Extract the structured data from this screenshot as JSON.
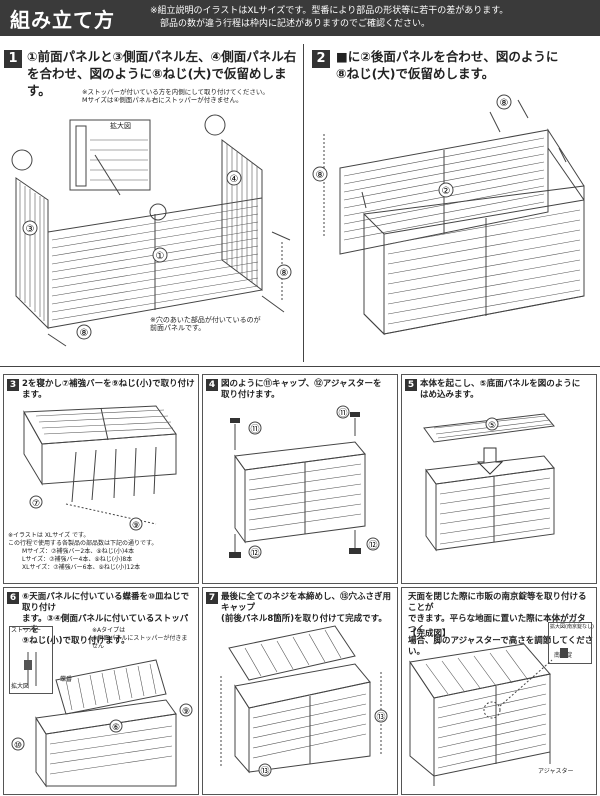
{
  "header": {
    "title": "組み立て方",
    "note_line1": "※組立説明のイラストはXLサイズです。型番により部品の形状等に若干の差があります。",
    "note_line2": "部品の数が違う行程は枠内に記述がありますのでご確認ください。"
  },
  "step1": {
    "number": "1",
    "text_line1": "①前面パネルと③側面パネル左、④側面パネル右",
    "text_line2": "を合わせ、図のように⑧ねじ(大)で仮留めします。",
    "note_top_line1": "※ストッパーが付いている方を内側にして取り付けてください。",
    "note_top_line2": "Mサイズは④側面パネル右にストッパーが付きません。",
    "zoom_label": "拡大図",
    "note_bottom_line1": "※穴のあいた部品が付いているのが",
    "note_bottom_line2": "前面パネルです。",
    "labels": [
      "①",
      "③",
      "④",
      "⑧",
      "⑧"
    ]
  },
  "step2": {
    "number": "2",
    "text_line1": "■に②後面パネルを合わせ、図のように",
    "text_line2": "⑧ねじ(大)で仮留めします。",
    "labels": [
      "②",
      "⑧",
      "⑧"
    ]
  },
  "step3": {
    "number": "3",
    "text": "2を寝かし⑦補強バーを⑨ねじ(小)で取り付けます。",
    "note_line1": "※イラストは XLサイズ です。",
    "note_line2": "この行程で使用する各製品の部品数は下記の通りです。",
    "sizes": [
      "Mサイズ：⑦補強バー2本、⑨ねじ(小)4本",
      "Lサイズ：⑦補強バー4本、⑨ねじ(小)8本",
      "XLサイズ：⑦補強バー6本、⑨ねじ(小)12本"
    ],
    "labels": [
      "⑦",
      "⑨"
    ]
  },
  "step4": {
    "number": "4",
    "text_line1": "図のように⑪キャップ、⑫アジャスターを",
    "text_line2": "取り付けます。",
    "labels": [
      "⑪",
      "⑪",
      "⑫",
      "⑫"
    ]
  },
  "step5": {
    "number": "5",
    "text_line1": "本体を起こし、⑤底面パネルを図のように",
    "text_line2": "はめ込みます。",
    "labels": [
      "⑤"
    ]
  },
  "step6": {
    "number": "6",
    "text_line1": "⑥天面パネルに付いている蝶番を⑩皿ねじで取り付け",
    "text_line2": "ます。③④側面パネルに付いているストッパーを",
    "text_line3": "⑨ねじ(小)で取り付けます。",
    "inset_label": "ストッパー",
    "inset_note_line1": "※Aタイプは",
    "inset_note_line2": "②側面パネルにストッパーが付きません",
    "zoom_label": "拡大図",
    "hinge_label": "蝶番",
    "labels": [
      "⑩",
      "⑨",
      "⑥"
    ]
  },
  "step7": {
    "number": "7",
    "text_line1": "最後に全てのネジを本締めし、⑬穴ふさぎ用キャップ",
    "text_line2": "(前後パネル8箇所)を取り付けて完成です。",
    "labels": [
      "⑬",
      "⑬"
    ]
  },
  "step8": {
    "text_line1": "天面を閉じた際に市販の南京錠等を取り付けることが",
    "text_line2": "できます。平らな地面に置いた際に本体がガタつく",
    "text_line3": "場合、脚のアジャスターで高さを調節してください。",
    "complete_label": "【完成図】",
    "zoom_label": "拡大図(南京錠なし)",
    "lock_label": "南京錠",
    "adjuster_label": "アジャスター"
  }
}
